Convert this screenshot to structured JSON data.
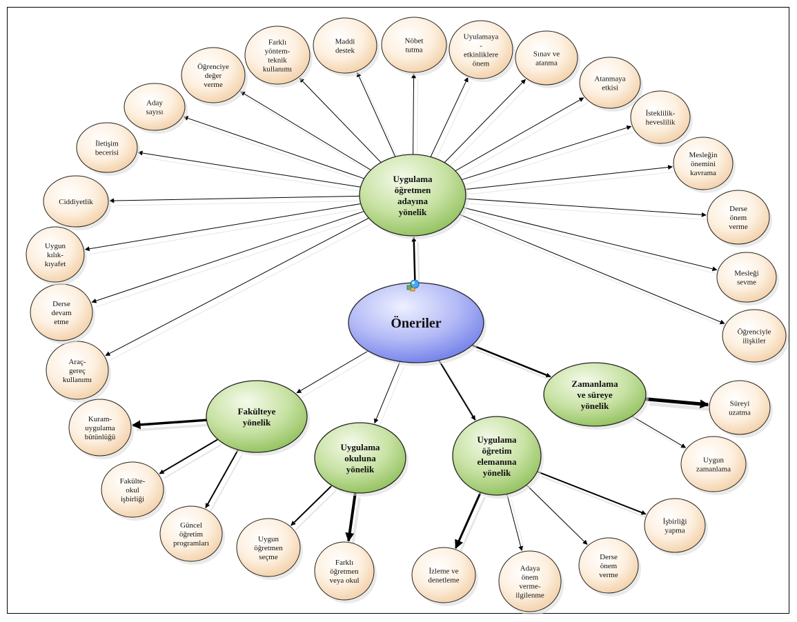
{
  "root": {
    "label": "Öneriler"
  },
  "hubs": {
    "aday": {
      "lines": [
        "Uygulama",
        "öğretmen",
        "adayına",
        "yönelik"
      ]
    },
    "fakulte": {
      "lines": [
        "Fakülteye",
        "yönelik"
      ]
    },
    "okul": {
      "lines": [
        "Uygulama",
        "okuluna",
        "yönelik"
      ]
    },
    "eleman": {
      "lines": [
        "Uygulama",
        "öğretim",
        "elemanına",
        "yönelik"
      ]
    },
    "zaman": {
      "lines": [
        "Zamanlama",
        "ve süreye",
        "yönelik"
      ]
    }
  },
  "leaves": {
    "aday_araci": {
      "lines": [
        "Araç-",
        "gereç",
        "kullanımı"
      ]
    },
    "aday_devam": {
      "lines": [
        "Derse",
        "devam",
        "etme"
      ]
    },
    "aday_kiyafet": {
      "lines": [
        "Uygun",
        "kılık-",
        "kıyafet"
      ]
    },
    "aday_ciddiyet": {
      "lines": [
        "Ciddiyetlik"
      ]
    },
    "aday_iletisim": {
      "lines": [
        "İletişim",
        "becerisi"
      ]
    },
    "aday_sayisi": {
      "lines": [
        "Aday",
        "sayısı"
      ]
    },
    "aday_deger": {
      "lines": [
        "Öğrenciye",
        "değer",
        "verme"
      ]
    },
    "aday_yontem": {
      "lines": [
        "Farklı",
        "yöntem-",
        "teknik",
        "kullanımı"
      ]
    },
    "aday_maddi": {
      "lines": [
        "Maddi",
        "destek"
      ]
    },
    "aday_nobet": {
      "lines": [
        "Nöbet",
        "tutma"
      ]
    },
    "aday_uyulama": {
      "lines": [
        "Uyulamaya",
        "-",
        "etkinliklere",
        "önem"
      ]
    },
    "aday_sinav": {
      "lines": [
        "Sınav ve",
        "atanma"
      ]
    },
    "aday_atanma": {
      "lines": [
        "Atanmaya",
        "etkisi"
      ]
    },
    "aday_istek": {
      "lines": [
        "İsteklilik-",
        "heveslilik"
      ]
    },
    "aday_meslek_onem": {
      "lines": [
        "Mesleğin",
        "önemini",
        "kavrama"
      ]
    },
    "aday_derse_onem": {
      "lines": [
        "Derse",
        "önem",
        "verme"
      ]
    },
    "aday_meslegi": {
      "lines": [
        "Mesleği",
        "sevme"
      ]
    },
    "aday_ogrenci": {
      "lines": [
        "Öğrenciyle",
        "ilişkiler"
      ]
    },
    "fak_kuram": {
      "lines": [
        "Kuram-",
        "uygulama",
        "bütünlüğü"
      ]
    },
    "fak_isbirligi": {
      "lines": [
        "Fakülte-",
        "okul",
        "işbirliği"
      ]
    },
    "fak_guncel": {
      "lines": [
        "Güncel",
        "öğretim",
        "programları"
      ]
    },
    "okul_uygun": {
      "lines": [
        "Uygun",
        "öğretmen",
        "seçme"
      ]
    },
    "okul_farkli": {
      "lines": [
        "Farklı",
        "öğretmen",
        "veya okul"
      ]
    },
    "el_izleme": {
      "lines": [
        "İzleme ve",
        "denetleme"
      ]
    },
    "el_adaya": {
      "lines": [
        "Adaya",
        "önem",
        "verme-",
        "ilgilenme"
      ]
    },
    "el_derse": {
      "lines": [
        "Derse",
        "önem",
        "verme"
      ]
    },
    "el_isbirligi": {
      "lines": [
        "İşbirliği",
        "yapma"
      ]
    },
    "zam_sureyi": {
      "lines": [
        "Süreyi",
        "uzatma"
      ]
    },
    "zam_uygun": {
      "lines": [
        "Uygun",
        "zamanlama"
      ]
    }
  },
  "colors": {
    "leaf_fill": "#fbe6cf",
    "hub_fill": "#b9d88d",
    "root_fill": "#aab2f4",
    "arrow": "#000000"
  }
}
